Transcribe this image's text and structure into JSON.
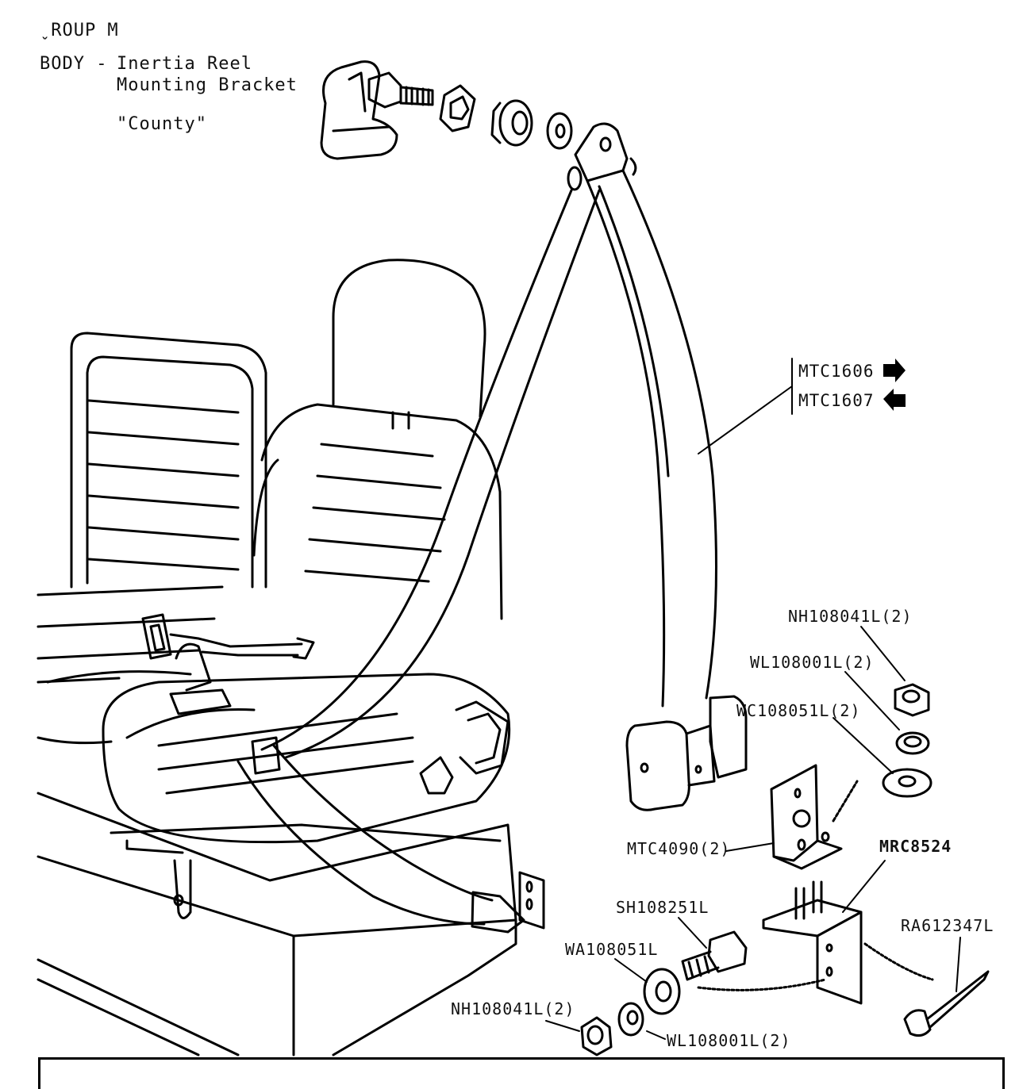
{
  "header": {
    "group": "ˬROUP M",
    "body_label": "BODY -",
    "title_line1": "Inertia Reel",
    "title_line2": "Mounting Bracket",
    "variant": "\"County\""
  },
  "parts": {
    "belt_rh": "MTC1606",
    "belt_lh": "MTC1607",
    "nut_top": "NH108041L(2)",
    "washer_spring_top": "WL108001L(2)",
    "washer_plain_top": "WC108051L(2)",
    "bracket": "MTC4090(2)",
    "reel_bracket": "MRC8524",
    "bolt": "SH108251L",
    "washer_plain_bottom": "WA108051L",
    "rivet": "RA612347L",
    "nut_bottom": "NH108041L(2)",
    "washer_spring_bottom": "WL108001L(2)"
  },
  "icons": {
    "rh_arrow": "arrow-right-icon",
    "lh_arrow": "arrow-left-icon"
  }
}
